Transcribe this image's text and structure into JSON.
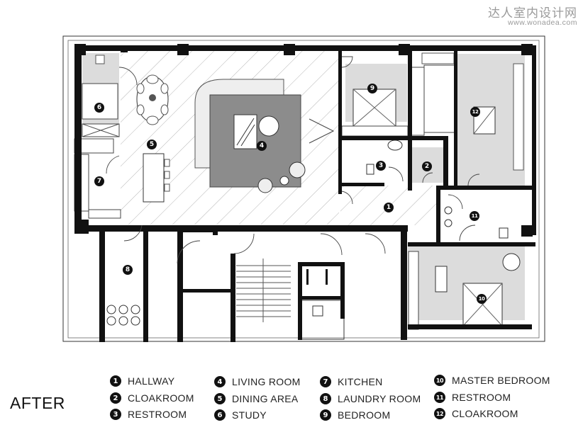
{
  "watermark": {
    "site_name": "达人室内设计网",
    "url": "www.wonadea.com"
  },
  "caption": "AFTER",
  "legend": [
    {
      "num": "1",
      "label": "HALLWAY"
    },
    {
      "num": "2",
      "label": "CLOAKROOM"
    },
    {
      "num": "3",
      "label": "RESTROOM"
    },
    {
      "num": "4",
      "label": "LIVING ROOM"
    },
    {
      "num": "5",
      "label": "DINING AREA"
    },
    {
      "num": "6",
      "label": "STUDY"
    },
    {
      "num": "7",
      "label": "KITCHEN"
    },
    {
      "num": "8",
      "label": "LAUNDRY ROOM"
    },
    {
      "num": "9",
      "label": "BEDROOM"
    },
    {
      "num": "10",
      "label": "MASTER BEDROOM"
    },
    {
      "num": "11",
      "label": "RESTROOM"
    },
    {
      "num": "12",
      "label": "CLOAKROOM"
    }
  ],
  "colors": {
    "wall": "#111111",
    "floor_shade": "#dcdcdc",
    "rug": "#8c8c8c",
    "hatch": "#b5b5b5"
  }
}
